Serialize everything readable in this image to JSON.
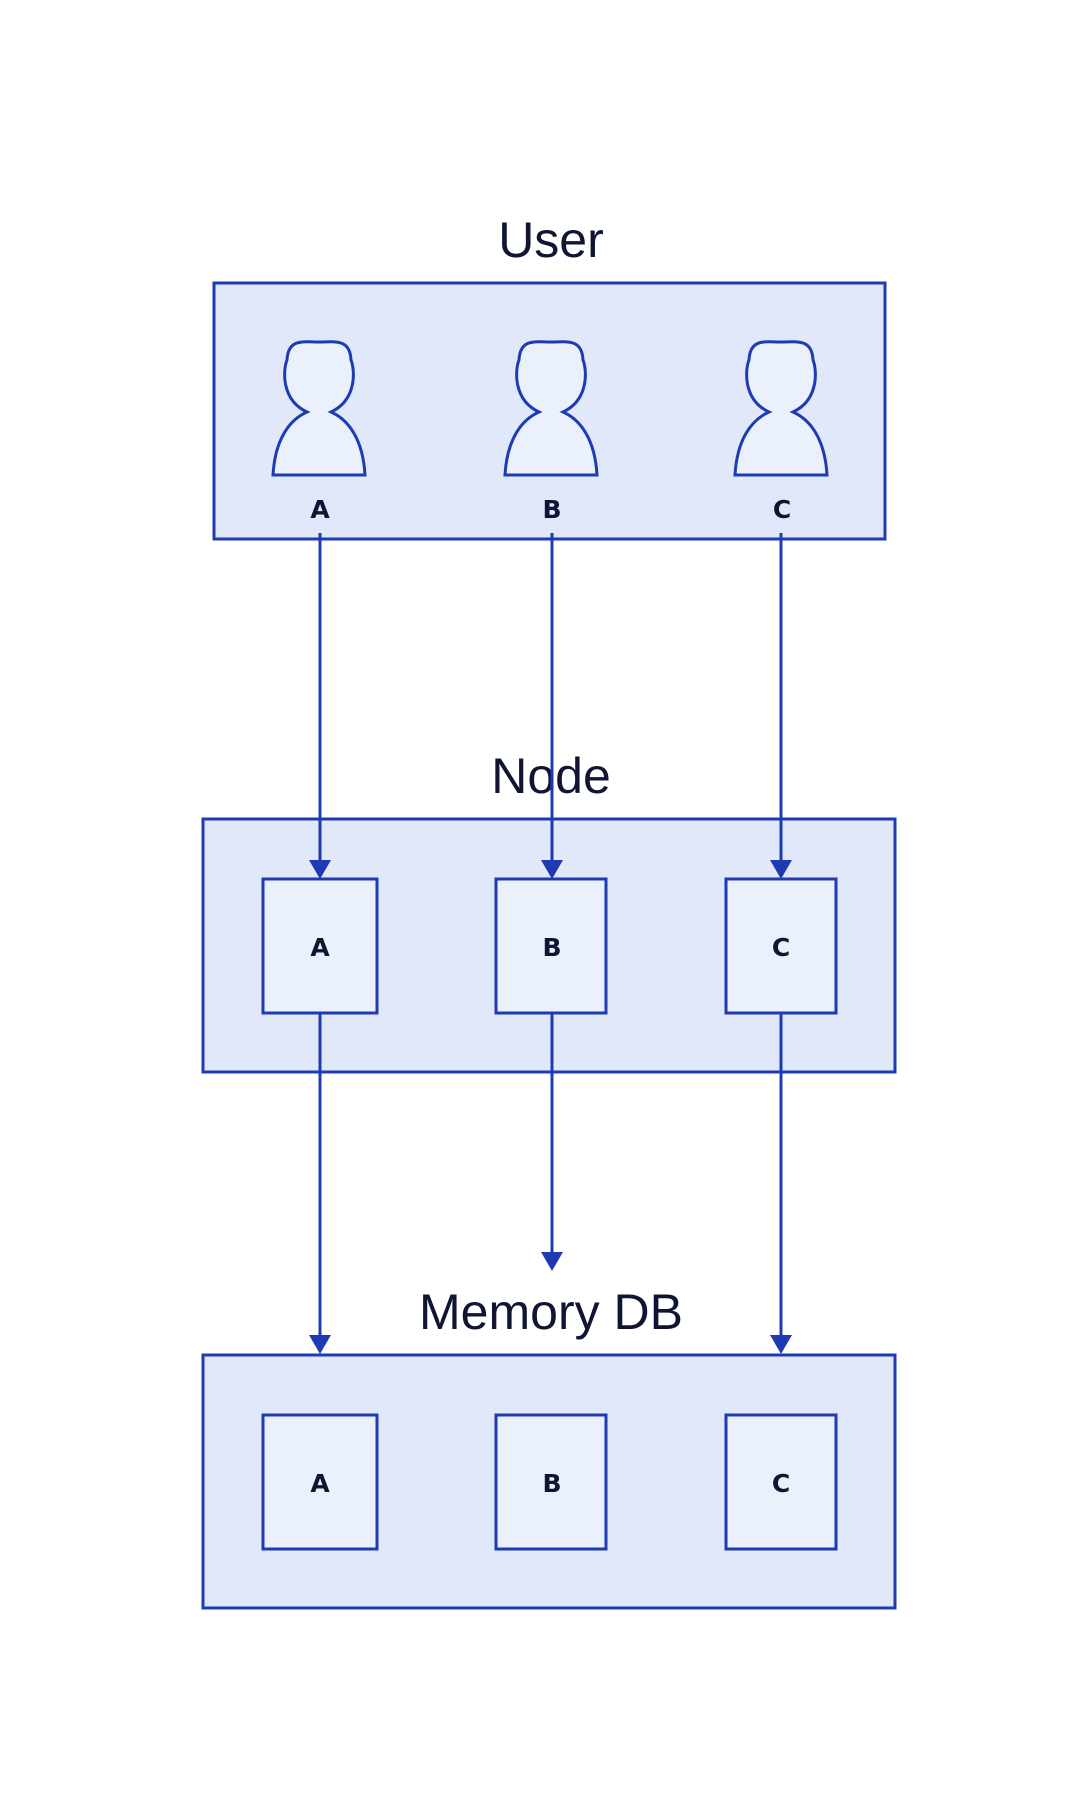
{
  "colors": {
    "stroke": "#1f3bb3",
    "group_fill": "#e1e8f9",
    "item_fill": "#eaf0fc",
    "text": "#101533",
    "background": "#ffffff"
  },
  "groups": {
    "user": {
      "title": "User",
      "items": [
        {
          "label": "A",
          "icon": "user-icon"
        },
        {
          "label": "B",
          "icon": "user-icon"
        },
        {
          "label": "C",
          "icon": "user-icon"
        }
      ]
    },
    "node": {
      "title": "Node",
      "items": [
        {
          "label": "A"
        },
        {
          "label": "B"
        },
        {
          "label": "C"
        }
      ]
    },
    "memory_db": {
      "title": "Memory DB",
      "items": [
        {
          "label": "A"
        },
        {
          "label": "B"
        },
        {
          "label": "C"
        }
      ]
    }
  },
  "edges": [
    {
      "from": "user.A",
      "to": "node.A"
    },
    {
      "from": "user.B",
      "to": "node.B"
    },
    {
      "from": "user.C",
      "to": "node.C"
    },
    {
      "from": "node.A",
      "to": "memory_db"
    },
    {
      "from": "node.B",
      "to": "memory_db"
    },
    {
      "from": "node.C",
      "to": "memory_db"
    }
  ]
}
